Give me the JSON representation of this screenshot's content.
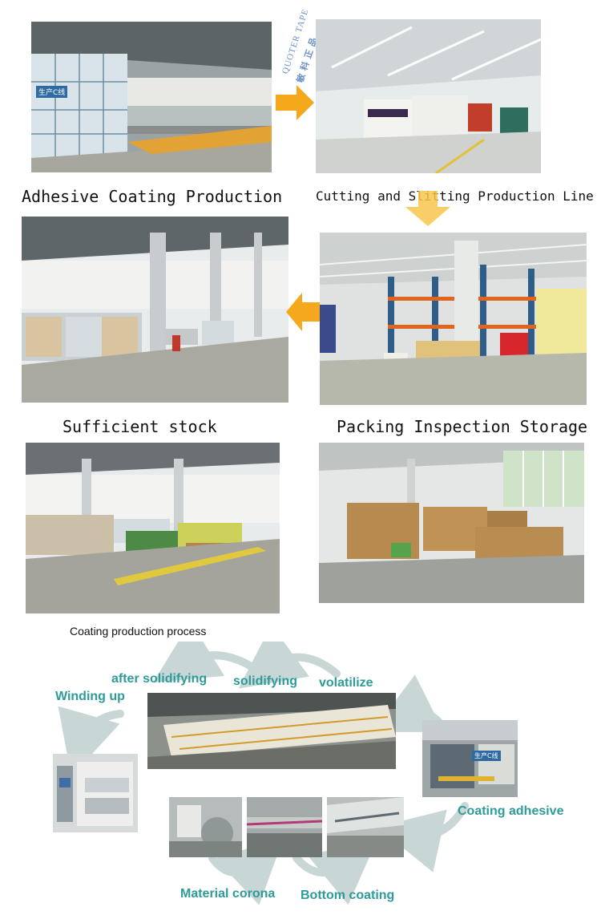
{
  "gallery": {
    "captions": {
      "adhesive_coating": "Adhesive Coating Production",
      "cutting_slitting": "Cutting and Slitting Production Line",
      "sufficient_stock": "Sufficient stock",
      "packing_inspection": "Packing Inspection Storage"
    },
    "watermark": "QUOTER TAPE",
    "watermark_cn": "敏 科 正 品",
    "line_sign": "生产C线"
  },
  "process": {
    "title": "Coating production process",
    "steps": {
      "after_solidifying": "after solidifying",
      "solidifying": "solidifying",
      "volatilize": "volatilize",
      "winding_up": "Winding up",
      "coating_adhesive": "Coating adhesive",
      "material_corona": "Material corona",
      "bottom_coating": "Bottom coating"
    },
    "sign": "生产C线"
  },
  "colors": {
    "arrow_orange": "#f5a81c",
    "arrow_yellow": "#f8c64b",
    "step_teal": "#2e9b9b",
    "flow_arrow": "#c9d6d6"
  }
}
